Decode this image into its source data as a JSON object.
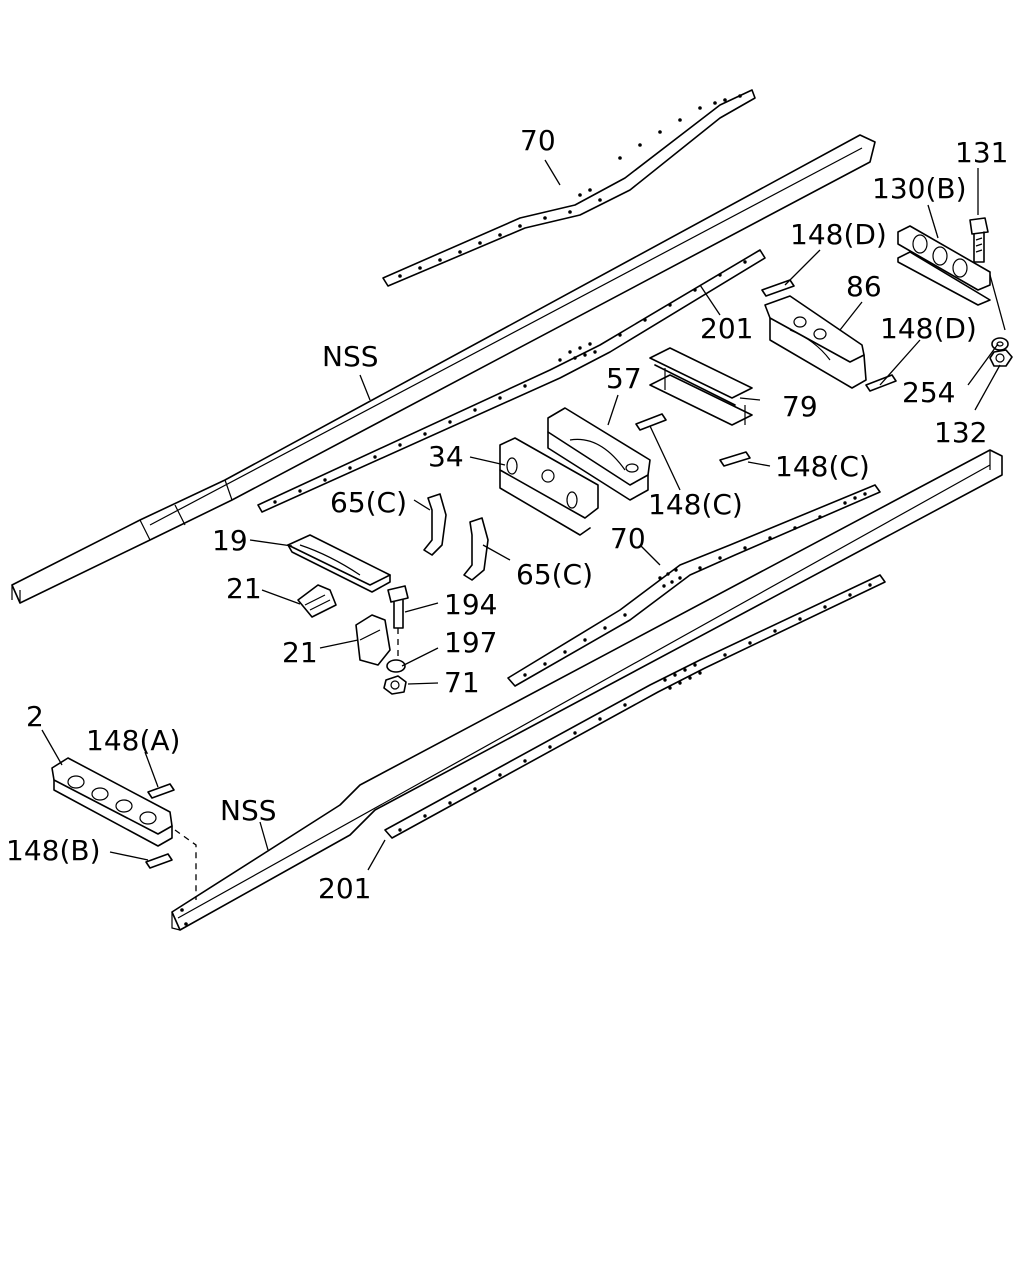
{
  "labels": {
    "l70_top": "70",
    "l131": "131",
    "l130b": "130(B)",
    "l148d_top": "148(D)",
    "l86": "86",
    "l148d_right": "148(D)",
    "l201_top": "201",
    "lnss_top": "NSS",
    "l57": "57",
    "l254": "254",
    "l79": "79",
    "l132": "132",
    "l34": "34",
    "l148c_right": "148(C)",
    "l148c_mid": "148(C)",
    "l65c_left": "65(C)",
    "l70_mid": "70",
    "l19": "19",
    "l65c_right": "65(C)",
    "l21_top": "21",
    "l194": "194",
    "l21_bottom": "21",
    "l197": "197",
    "l71": "71",
    "l2": "2",
    "l148a": "148(A)",
    "lnss_bottom": "NSS",
    "l148b": "148(B)",
    "l201_bottom": "201"
  }
}
